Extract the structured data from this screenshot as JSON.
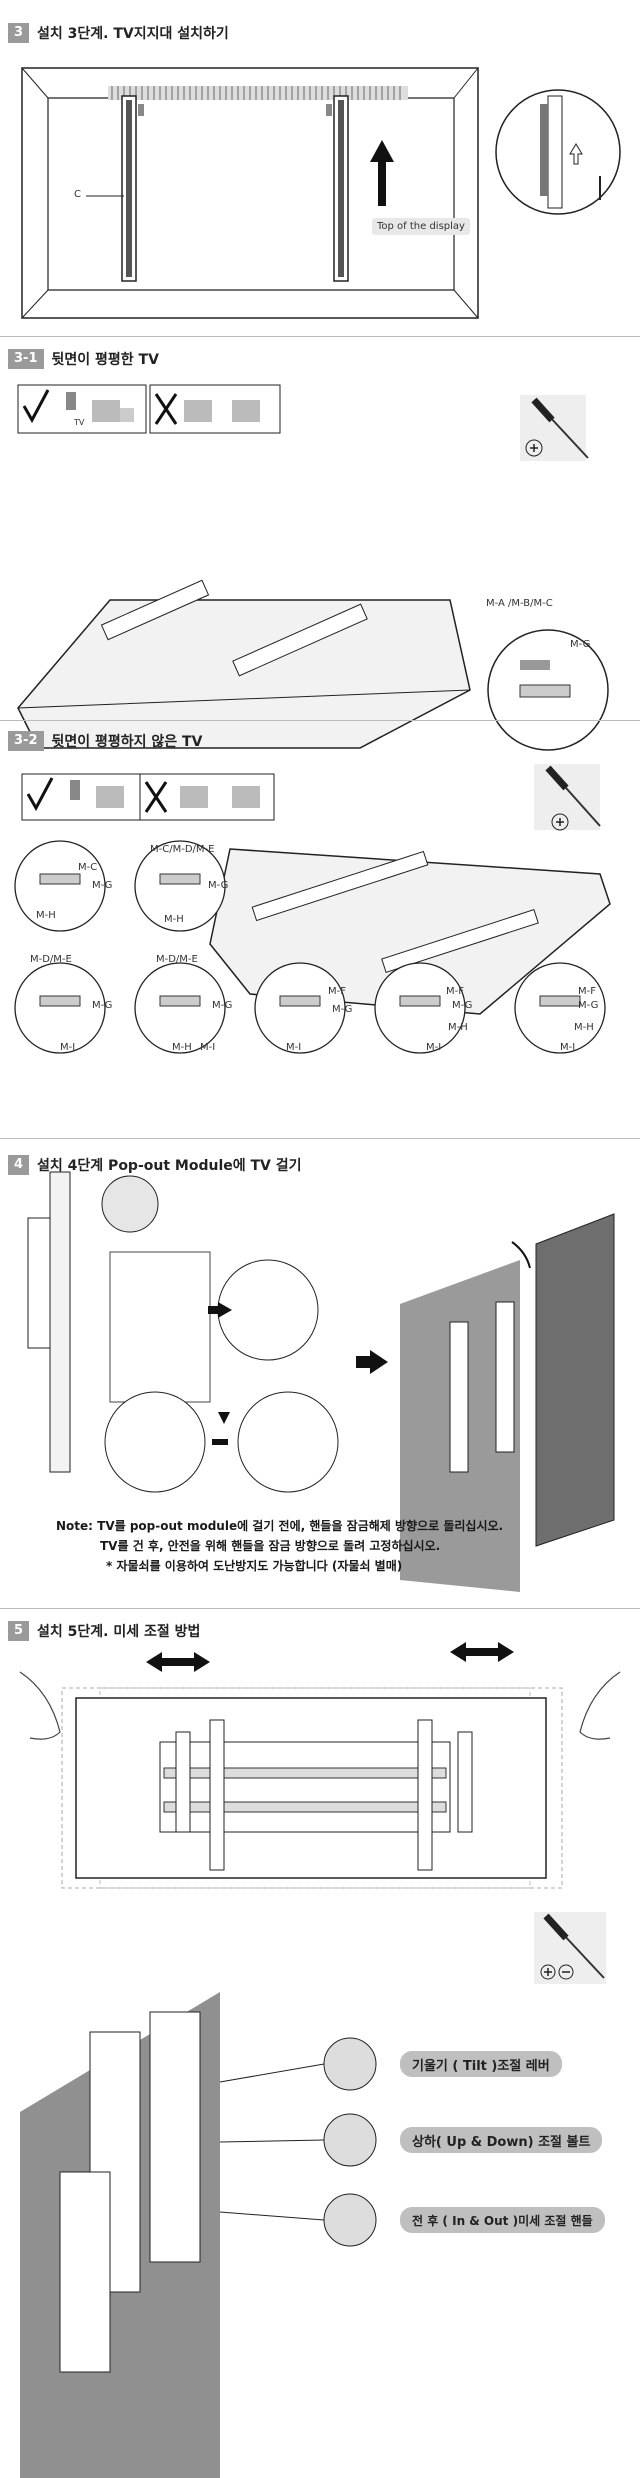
{
  "sections": [
    {
      "num": "3",
      "title": "설치 3단계. TV지지대 설치하기"
    },
    {
      "num": "3-1",
      "title": "뒷면이 평평한 TV"
    },
    {
      "num": "3-2",
      "title": "뒷면이 평평하지 않은 TV"
    },
    {
      "num": "4",
      "title": "설치 4단계  Pop-out Module에 TV 걸기"
    },
    {
      "num": "5",
      "title": "설치 5단계. 미세 조절 방법"
    }
  ],
  "step3": {
    "label_c": "C",
    "top_label": "Top of the display"
  },
  "step31": {
    "labels": [
      "M-A /M-B/M-C",
      "M-G"
    ],
    "tv_label": "TV"
  },
  "step32": {
    "top_label": "M-C/M-D/M-E",
    "circles": [
      [
        "M-C",
        "M-G",
        "M-H"
      ],
      [
        "M-G",
        "M-H"
      ],
      [
        "M-G",
        "M-I"
      ],
      [
        "M-G",
        "M-H",
        "M-I"
      ],
      [
        "M-F",
        "M-G",
        "M-I"
      ],
      [
        "M-F",
        "M-G",
        "M-H",
        "M-I"
      ],
      [
        "M-F",
        "M-G",
        "M-H",
        "M-I"
      ]
    ],
    "row_labels": [
      "M-D/M-E",
      "M-D/M-E"
    ]
  },
  "step4": {
    "note_prefix": "Note:",
    "note_lines": [
      "TV를 pop-out module에 걸기 전에, 핸들을 잠금해제 방향으로 돌리십시오.",
      "TV를 건 후, 안전을 위해 핸들을 잠금 방향으로 돌려 고정하십시오.",
      "* 자물쇠를 이용하여 도난방지도 가능합니다 (자물쇠 별매)"
    ]
  },
  "step5": {
    "pills": [
      "기울기 ( Tilt )조절 레버",
      "상하( Up & Down) 조절 볼트",
      "전 후 ( In & Out )미세 조절 핸들"
    ]
  },
  "colors": {
    "badge": "#9a9a9a",
    "pill": "#bfbfbf",
    "wall": "#8c8c8c",
    "panel": "#777777"
  }
}
